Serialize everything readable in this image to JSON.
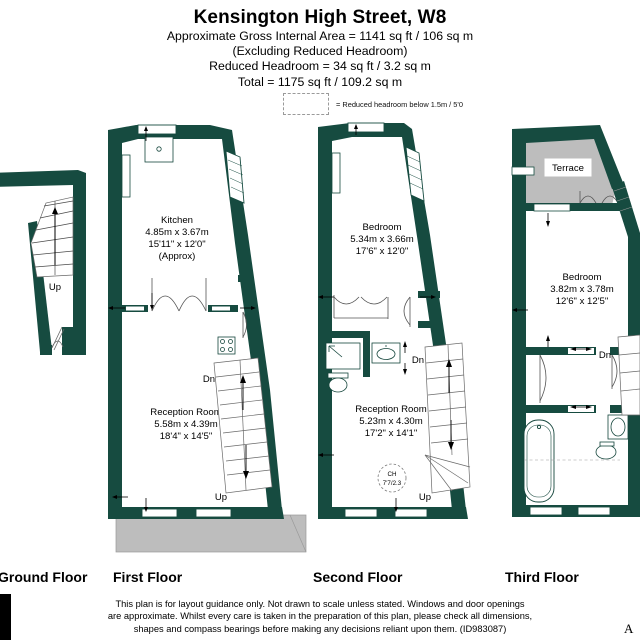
{
  "header": {
    "title": "Kensington High Street, W8",
    "lines": [
      "Approximate Gross Internal Area = 1141 sq ft / 106 sq m",
      "(Excluding Reduced Headroom)",
      "Reduced Headroom = 34 sq ft / 3.2 sq m",
      "Total = 1175 sq ft / 109.2 sq m"
    ],
    "legend_text": "= Reduced headroom below 1.5m / 5'0"
  },
  "colors": {
    "wall": "#164b40",
    "terrace_fill": "#bdbdbd",
    "fixture_line": "#15463c",
    "text": "#000000",
    "dash_guide": "#9a9a9a"
  },
  "floors": [
    {
      "id": "ground",
      "caption": "Ground Floor",
      "rooms": [],
      "stair_labels": [
        "Up"
      ]
    },
    {
      "id": "first",
      "caption": "First Floor",
      "rooms": [
        {
          "name": "Kitchen",
          "metric": "4.85m x 3.67m",
          "imperial": "15'11\" x 12'0\"",
          "note": "(Approx)"
        },
        {
          "name": "Reception Room",
          "metric": "5.58m x 4.39m",
          "imperial": "18'4\" x 14'5\"",
          "note": ""
        }
      ],
      "stair_labels": [
        "Dn",
        "Up"
      ]
    },
    {
      "id": "second",
      "caption": "Second Floor",
      "rooms": [
        {
          "name": "Bedroom",
          "metric": "5.34m x 3.66m",
          "imperial": "17'6\" x 12'0\"",
          "note": ""
        },
        {
          "name": "Reception Room",
          "metric": "5.23m x 4.30m",
          "imperial": "17'2\" x 14'1\"",
          "note": ""
        }
      ],
      "ceiling_marker": {
        "label": "CH",
        "value": "7'7/2.3"
      },
      "stair_labels": [
        "Dn",
        "Up"
      ]
    },
    {
      "id": "third",
      "caption": "Third Floor",
      "rooms": [
        {
          "name": "Bedroom",
          "metric": "3.82m x 3.78m",
          "imperial": "12'6\" x 12'5\"",
          "note": ""
        }
      ],
      "terrace_label": "Terrace",
      "stair_labels": [
        "Dn"
      ]
    }
  ],
  "footer": {
    "lines": [
      "This plan is for layout guidance only. Not drawn to scale unless stated. Windows and door openings",
      "are approximate. Whilst every care is taken in the preparation of this plan, please check all dimensions,",
      "shapes and compass bearings before making any decisions reliant upon them. (ID983087)"
    ],
    "plan_id": "ID983087"
  },
  "compass": "A"
}
